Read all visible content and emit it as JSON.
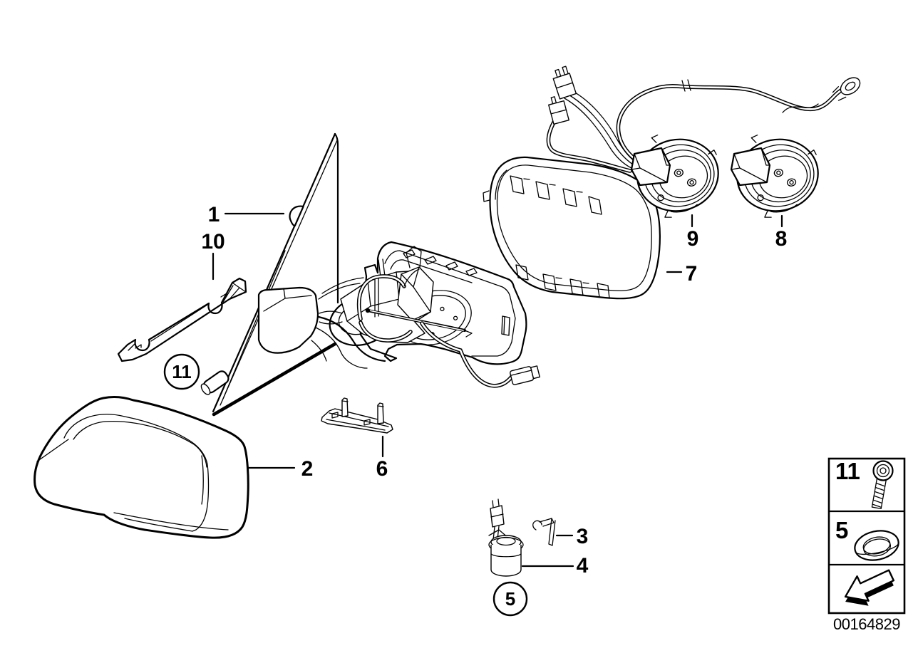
{
  "canvas": {
    "background": "#ffffff",
    "line_color": "#000000"
  },
  "callouts": [
    {
      "label": "1",
      "style": "plain",
      "part": "mirror-base-plate"
    },
    {
      "label": "10",
      "style": "plain",
      "part": "trim-strip"
    },
    {
      "label": "11",
      "style": "circled",
      "part": "pivot-bolt"
    },
    {
      "label": "2",
      "style": "plain",
      "part": "housing-cover"
    },
    {
      "label": "6",
      "style": "plain",
      "part": "lower-base-plate"
    },
    {
      "label": "3",
      "style": "plain",
      "part": "retaining-clip"
    },
    {
      "label": "4",
      "style": "plain",
      "part": "bulb-socket"
    },
    {
      "label": "5",
      "style": "circled",
      "part": "sealing-ring"
    },
    {
      "label": "7",
      "style": "plain",
      "part": "mirror-frame"
    },
    {
      "label": "9",
      "style": "plain",
      "part": "actuator-left"
    },
    {
      "label": "8",
      "style": "plain",
      "part": "actuator-right"
    }
  ],
  "legend": {
    "rows": [
      {
        "label": "11",
        "icon": "socket-head-screw-icon"
      },
      {
        "label": "5",
        "icon": "sealing-ring-icon"
      }
    ],
    "arrow_icon": "direction-arrow-icon",
    "part_number": "00164829"
  }
}
